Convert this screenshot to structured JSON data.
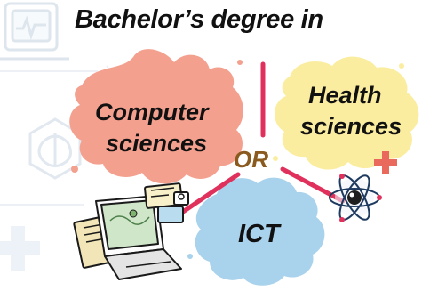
{
  "title": "Bachelor’s degree in",
  "options": {
    "computer_sciences": {
      "line1": "Computer",
      "line2": "sciences",
      "splash_color": "#f4a08f"
    },
    "health_sciences": {
      "line1": "Health",
      "line2": "sciences",
      "splash_color": "#fbeda0"
    },
    "ict": {
      "label": "ICT",
      "splash_color": "#a9d2ec"
    }
  },
  "connector": {
    "label": "OR",
    "color": "#8a5a1e"
  },
  "accent_color": "#e0315c",
  "background_icons": [
    "laptop-heart-icon",
    "brain-icon",
    "cross-icon",
    "document-icon",
    "atom-icon",
    "plus-icon"
  ]
}
